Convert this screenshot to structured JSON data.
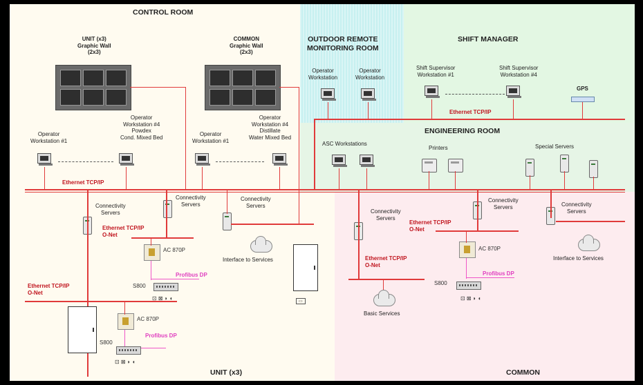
{
  "title": "",
  "zones": {
    "control_room": "CONTROL ROOM",
    "outdoor_remote": "OUTDOOR REMOTE\nMONITORING ROOM",
    "shift_manager": "SHIFT MANAGER",
    "engineering_room": "ENGINEERING ROOM",
    "unit": "UNIT (x3)",
    "common": "COMMON"
  },
  "graphic_walls": {
    "unit": "UNIT (x3)\nGraphic Wall\n(2x3)",
    "common": "COMMON\nGraphic Wall\n(2x3)"
  },
  "workstations": {
    "ow1_left": "Operator\nWorkstation #1",
    "ow4_left": "Operator\nWorkstation #4\nPowdex\nCond. Mixed Bed",
    "ow1_mid": "Operator\nWorkstation #1",
    "ow4_mid": "Operator\nWorkstation #4\nDistillate\nWater Mixed Bed",
    "remote_ow_a": "Operator\nWorkstation",
    "remote_ow_b": "Operator\nWorkstation",
    "shift_sup_1": "Shift Supervisor\nWorkstation #1",
    "shift_sup_4": "Shift Supervisor\nWorkstation #4",
    "gps": "GPS",
    "asc": "ASC Workstations",
    "printers": "Printers",
    "special": "Special Servers"
  },
  "network": {
    "ethernet_1": "Ethernet TCP/IP",
    "ethernet_2": "Ethernet TCP/IP",
    "ethernet_onet_1": "Ethernet TCP/IP\nO-Net",
    "ethernet_onet_2": "Ethernet TCP/IP\nO-Net",
    "ethernet_onet_3": "Ethernet TCP/IP\nO-Net",
    "ethernet_onet_4": "Ethernet TCP/IP\nO-Net",
    "profibus_1": "Profibus DP",
    "profibus_2": "Profibus DP",
    "profibus_3": "Profibus DP"
  },
  "servers": {
    "conn_1": "Connectivity\nServers",
    "conn_2": "Connectivity\nServers",
    "conn_3": "Connectivity\nServers",
    "conn_4": "Connectivity\nServers",
    "conn_5": "Connectivity\nServers",
    "conn_6": "Connectivity\nServers",
    "interface_1": "Interface to Services",
    "interface_2": "Interface to Services",
    "basic": "Basic Services"
  },
  "controllers": {
    "ac1": "AC 870P",
    "ac2": "AC 870P",
    "ac3": "AC 870P",
    "s800_1": "S800",
    "s800_2": "S800",
    "s800_3": "S800"
  },
  "colors": {
    "ethernet": "#e03a3a",
    "profibus": "#ef56c8",
    "remote_room": "#c7f0f0",
    "shift_room": "#e3f7e3",
    "engineering": "#e6f5e6",
    "common_bg": "#fdecef"
  }
}
